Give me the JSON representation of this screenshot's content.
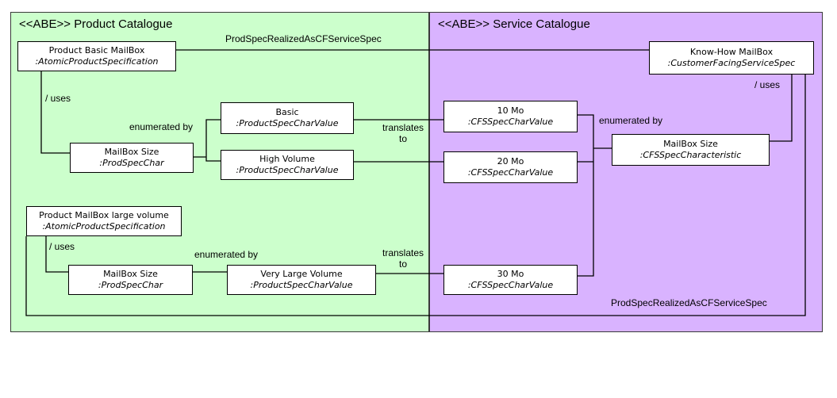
{
  "colors": {
    "product_region_fill": "#ccffcc",
    "service_region_fill": "#d9b3ff",
    "node_fill": "#ffffff",
    "line": "#000000"
  },
  "regions": {
    "product": {
      "title": "<<ABE>> Product Catalogue"
    },
    "service": {
      "title": "<<ABE>> Service Catalogue"
    }
  },
  "nodes": {
    "product_basic_mailbox": {
      "name": "Product Basic MailBox",
      "type": ":AtomicProductSpecification"
    },
    "mailbox_size_1": {
      "name": "MailBox Size",
      "type": ":ProdSpecChar"
    },
    "basic": {
      "name": "Basic",
      "type": ":ProductSpecCharValue"
    },
    "high_volume": {
      "name": "High Volume",
      "type": ":ProductSpecCharValue"
    },
    "product_mailbox_large": {
      "name": "Product MailBox large volume",
      "type": ":AtomicProductSpecification"
    },
    "mailbox_size_2": {
      "name": "MailBox Size",
      "type": ":ProdSpecChar"
    },
    "very_large_volume": {
      "name": "Very Large Volume",
      "type": ":ProductSpecCharValue"
    },
    "mo_10": {
      "name": "10 Mo",
      "type": ":CFSSpecCharValue"
    },
    "mo_20": {
      "name": "20 Mo",
      "type": ":CFSSpecCharValue"
    },
    "mo_30": {
      "name": "30 Mo",
      "type": ":CFSSpecCharValue"
    },
    "know_how_mailbox": {
      "name": "Know-How MailBox",
      "type": ":CustomerFacingServiceSpec"
    },
    "mailbox_size_cfs": {
      "name": "MailBox Size",
      "type": ":CFSSpecCharacteristic"
    }
  },
  "labels": {
    "realized_top": "ProdSpecRealizedAsCFServiceSpec",
    "realized_bottom": "ProdSpecRealizedAsCFServiceSpec",
    "uses_1": "/ uses",
    "uses_2": "/ uses",
    "uses_3": "/ uses",
    "enumerated_by_1": "enumerated by",
    "enumerated_by_2": "enumerated by",
    "enumerated_by_3": "enumerated by",
    "translates_1_a": "translates",
    "translates_1_b": "to",
    "translates_2_a": "translates",
    "translates_2_b": "to"
  }
}
